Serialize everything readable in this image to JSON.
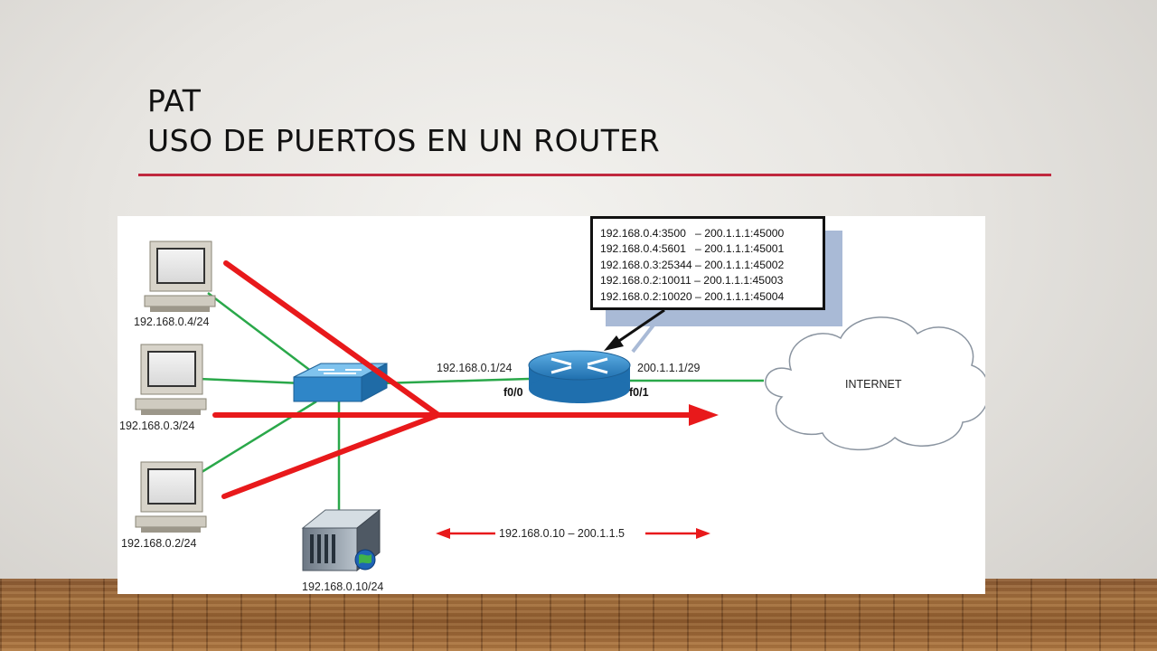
{
  "slide": {
    "title_line1": "PAT",
    "title_line2": "USO DE PUERTOS EN UN ROUTER"
  },
  "diagram": {
    "hosts": [
      {
        "label": "192.168.0.4/24"
      },
      {
        "label": "192.168.0.3/24"
      },
      {
        "label": "192.168.0.2/24"
      }
    ],
    "server": {
      "label": "192.168.0.10/24"
    },
    "router": {
      "inside_ip": "192.168.0.1/24",
      "outside_ip": "200.1.1.1/29",
      "inside_interface": "f0/0",
      "outside_interface": "f0/1"
    },
    "cloud": {
      "label": "INTERNET"
    },
    "nat_table": [
      "192.168.0.4:3500   – 200.1.1.1:45000",
      "192.168.0.4:5601   – 200.1.1.1:45001",
      "192.168.0.3:25344 – 200.1.1.1:45002",
      "192.168.0.2:10011 – 200.1.1.1:45003",
      "192.168.0.2:10020 – 200.1.1.1:45004"
    ],
    "static_mapping": "192.168.0.10 – 200.1.1.5",
    "colors": {
      "link": "#2aa84a",
      "flow": "#e8191b",
      "router": "#2e86c8",
      "switch": "#3a8fd0"
    }
  }
}
